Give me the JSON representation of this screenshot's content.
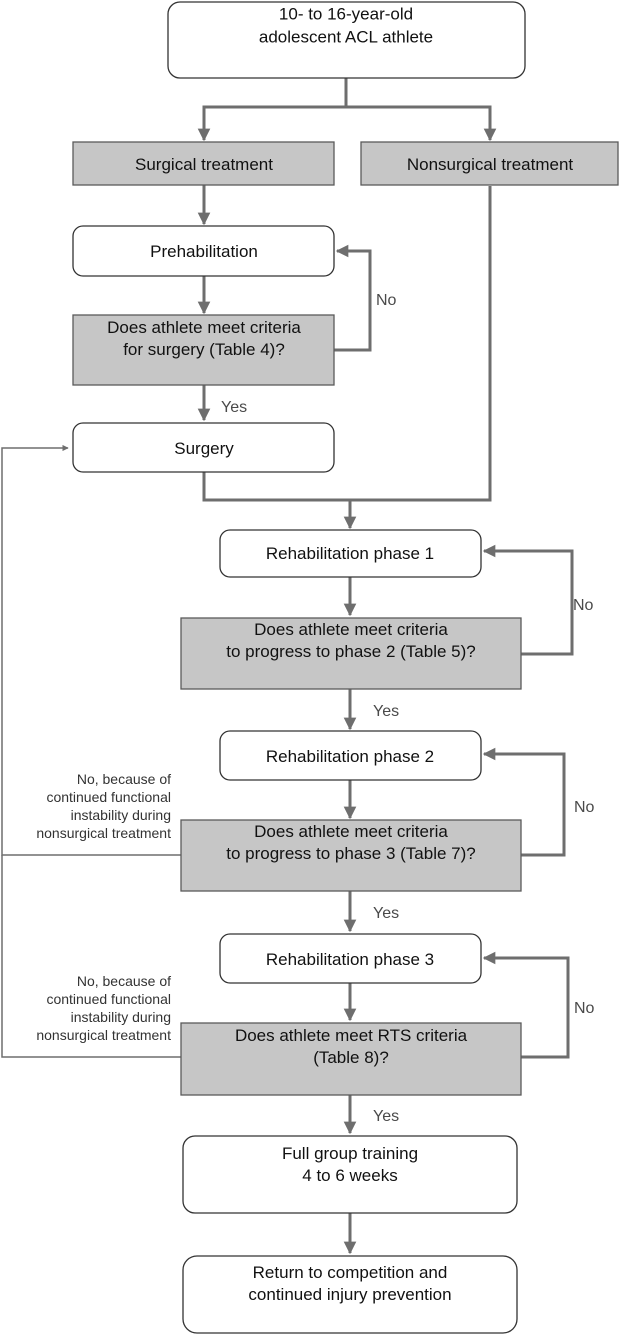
{
  "colors": {
    "decision_fill": "#c6c6c6",
    "arrow": "#6e6e6e",
    "text": "#111111"
  },
  "nodes": {
    "start": [
      "10- to 16-year-old",
      "adolescent ACL athlete"
    ],
    "surgical": [
      "Surgical treatment"
    ],
    "nonsurgical": [
      "Nonsurgical treatment"
    ],
    "prehab": [
      "Prehabilitation"
    ],
    "q_surgery": [
      "Does athlete meet criteria",
      "for surgery (Table 4)?"
    ],
    "surgery": [
      "Surgery"
    ],
    "rehab1": [
      "Rehabilitation phase 1"
    ],
    "q_phase2": [
      "Does athlete meet criteria",
      "to progress to phase 2 (Table 5)?"
    ],
    "rehab2": [
      "Rehabilitation phase 2"
    ],
    "q_phase3": [
      "Does athlete meet criteria",
      "to progress to phase 3 (Table 7)?"
    ],
    "rehab3": [
      "Rehabilitation phase 3"
    ],
    "q_rts": [
      "Does athlete meet RTS criteria",
      "(Table 8)?"
    ],
    "group_training": [
      "Full group training",
      "4 to 6 weeks"
    ],
    "return": [
      "Return to competition and",
      "continued injury prevention"
    ]
  },
  "labels": {
    "no_surgery": "No",
    "yes_surgery": "Yes",
    "no_phase2": "No",
    "yes_phase2": "Yes",
    "no_phase3": "No",
    "yes_phase3": "Yes",
    "no_rts": "No",
    "yes_rts": "Yes",
    "no_instability_1": [
      "No, because of",
      "continued functional",
      "instability during",
      "nonsurgical treatment"
    ],
    "no_instability_2": [
      "No, because of",
      "continued functional",
      "instability during",
      "nonsurgical treatment"
    ]
  }
}
